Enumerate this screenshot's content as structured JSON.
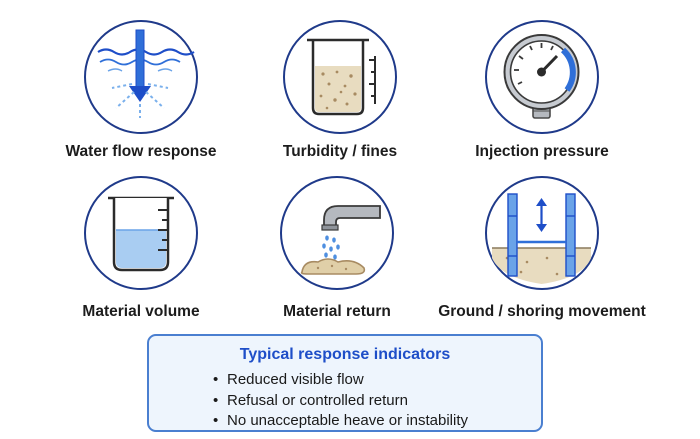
{
  "indicators": [
    {
      "label": "Water flow response",
      "icon": "water-flow-icon"
    },
    {
      "label": "Turbidity / fines",
      "icon": "turbidity-beaker-icon"
    },
    {
      "label": "Injection pressure",
      "icon": "pressure-gauge-icon"
    },
    {
      "label": "Material volume",
      "icon": "measuring-beaker-icon"
    },
    {
      "label": "Material return",
      "icon": "pipe-outflow-icon"
    },
    {
      "label": "Ground / shoring movement",
      "icon": "shoring-movement-icon"
    }
  ],
  "panel": {
    "title": "Typical response indicators",
    "bullet_glyph": "•",
    "items": [
      "Reduced visible flow",
      "Refusal or controlled return",
      "No unacceptable heave or instability"
    ]
  },
  "colors": {
    "circle_border": "#1f3a8a",
    "accent_blue": "#2f6fd8",
    "sand": "#e8dcc0",
    "panel_border": "#4a7fd0",
    "panel_title": "#1e4ec8"
  }
}
